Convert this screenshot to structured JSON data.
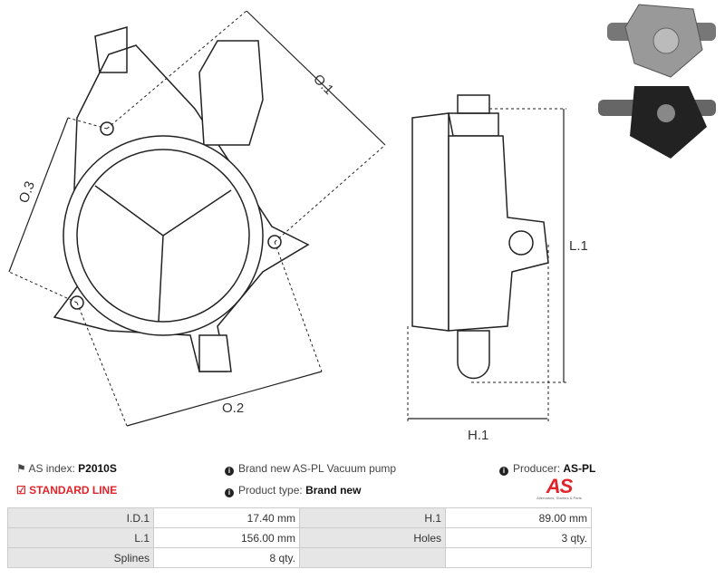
{
  "dimensions": {
    "o1": "O.1",
    "o2": "O.2",
    "o3": "O.3",
    "l1": "L.1",
    "h1": "H.1"
  },
  "info": {
    "as_index_label": "AS index:",
    "as_index_value": "P2010S",
    "line": "STANDARD LINE",
    "description": "Brand new AS-PL Vacuum pump",
    "product_type_label": "Product type:",
    "product_type_value": "Brand new",
    "producer_label": "Producer:",
    "producer_value": "AS-PL"
  },
  "logo": {
    "mark": "AS",
    "tagline": "Alternators, Starters & Parts"
  },
  "specs": [
    [
      "I.D.1",
      "17.40 mm",
      "H.1",
      "89.00 mm"
    ],
    [
      "L.1",
      "156.00 mm",
      "Holes",
      "3 qty."
    ],
    [
      "Splines",
      "8 qty.",
      "",
      ""
    ]
  ],
  "colors": {
    "accent": "#e0242a",
    "table_label_bg": "#e6e6e6"
  }
}
